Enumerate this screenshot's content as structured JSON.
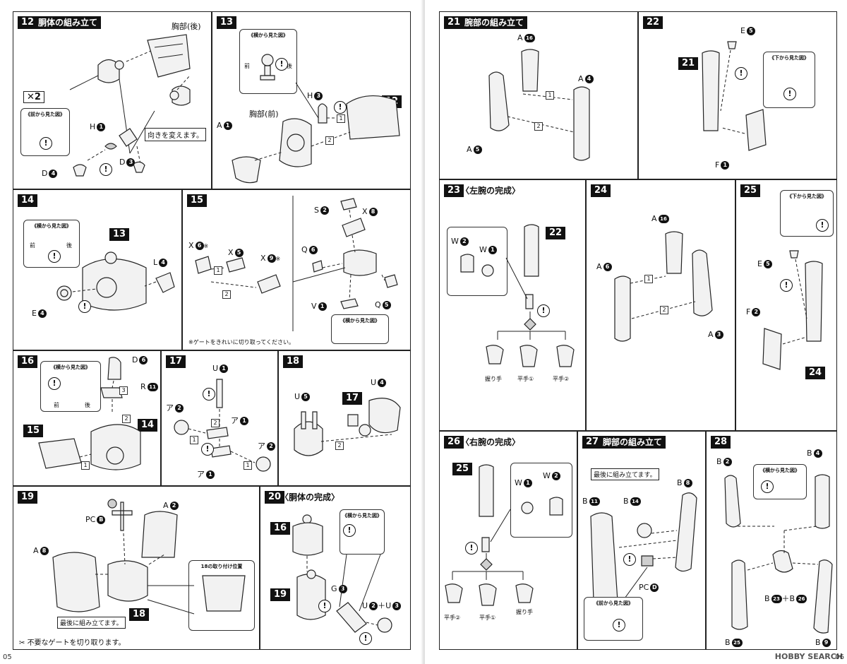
{
  "pages": {
    "left_num": "05",
    "right_num": "06"
  },
  "watermark": "HOBBY SEARCH",
  "s12": {
    "num": "12",
    "title": "胴体の組み立て",
    "chest_back": "胸部(後)",
    "x2": "✕2",
    "front_view": "《前から見た図》",
    "h": "H",
    "h_n": "1",
    "d4": "D",
    "d4_n": "4",
    "d3": "D",
    "d3_n": "3",
    "turn": "向きを変えます。"
  },
  "s13": {
    "num": "13",
    "side_view": "《横から見た図》",
    "front": "前",
    "back": "後",
    "h": "H",
    "h_n": "3",
    "chest_front": "胸部(前)",
    "a": "A",
    "a_n": "1",
    "ref": "12"
  },
  "s14": {
    "num": "14",
    "side_view": "《横から見た図》",
    "front": "前",
    "back": "後",
    "ref": "13",
    "l": "L",
    "l_n": "4",
    "e": "E",
    "e_n": "4"
  },
  "s15": {
    "num": "15",
    "x6": "X",
    "x6_n": "6",
    "x5": "X",
    "x5_n": "5",
    "x9": "X",
    "x9_n": "9",
    "mark": "※",
    "s": "S",
    "s_n": "2",
    "x8": "X",
    "x8_n": "8",
    "q6": "Q",
    "q6_n": "6",
    "q5": "Q",
    "q5_n": "5",
    "v": "V",
    "v_n": "1",
    "side_view": "《横から見た図》",
    "gate_note": "※ゲートをきれいに切り取ってください。"
  },
  "s16": {
    "num": "16",
    "side_view": "《横から見た図》",
    "front": "前",
    "back": "後",
    "d": "D",
    "d_n": "6",
    "r": "R",
    "r_n": "11",
    "ref15": "15",
    "ref14": "14"
  },
  "s17": {
    "num": "17",
    "u": "U",
    "u_n": "1",
    "a1": "ア",
    "a1_n": "2",
    "a2": "ア",
    "a2_n": "1",
    "a3": "ア",
    "a3_n": "2",
    "a4": "ア",
    "a4_n": "1"
  },
  "s18": {
    "num": "18",
    "u5": "U",
    "u5_n": "5",
    "ref17": "17",
    "u4": "U",
    "u4_n": "4"
  },
  "s19": {
    "num": "19",
    "pc": "PC",
    "pc_n": "B",
    "a2": "A",
    "a2_n": "2",
    "a8": "A",
    "a8_n": "8",
    "attach_pos": "の取り付け位置",
    "attach_ref": "18",
    "last": "最後に組み立てます。",
    "ref18": "18",
    "cut_gate": "不要なゲートを切り取ります。"
  },
  "s20": {
    "num": "20",
    "title": "〈胴体の完成〉",
    "ref16": "16",
    "ref19": "19",
    "side_view": "《横から見た図》",
    "g": "G",
    "g_n": "3",
    "u2": "U",
    "u2_n": "2",
    "plus": "＋",
    "u3": "U",
    "u3_n": "3"
  },
  "s21": {
    "num": "21",
    "title": "腕部の組み立て",
    "a16": "A",
    "a16_n": "16",
    "a4": "A",
    "a4_n": "4",
    "a5": "A",
    "a5_n": "5"
  },
  "s22": {
    "num": "22",
    "e": "E",
    "e_n": "5",
    "bottom_view": "《下から見た図》",
    "ref21": "21",
    "f": "F",
    "f_n": "1"
  },
  "s23": {
    "num": "23",
    "title": "〈左腕の完成〉",
    "w2": "W",
    "w2_n": "2",
    "w1": "W",
    "w1_n": "1",
    "ref22": "22",
    "grip": "握り手",
    "flat1": "平手①",
    "flat2": "平手②"
  },
  "s24": {
    "num": "24",
    "a16": "A",
    "a16_n": "16",
    "a6": "A",
    "a6_n": "6",
    "a3": "A",
    "a3_n": "3"
  },
  "s25": {
    "num": "25",
    "bottom_view": "《下から見た図》",
    "e": "E",
    "e_n": "5",
    "f": "F",
    "f_n": "2",
    "ref24": "24"
  },
  "s26": {
    "num": "26",
    "title": "〈右腕の完成〉",
    "ref25": "25",
    "w1": "W",
    "w1_n": "1",
    "w2": "W",
    "w2_n": "2",
    "flat2": "平手②",
    "flat1": "平手①",
    "grip": "握り手"
  },
  "s27": {
    "num": "27",
    "title": "脚部の組み立て",
    "last": "最後に組み立てます。",
    "b8": "B",
    "b8_n": "8",
    "b11": "B",
    "b11_n": "11",
    "b14": "B",
    "b14_n": "14",
    "pc": "PC",
    "pc_n": "D",
    "front_view": "《前から見た図》"
  },
  "s28": {
    "num": "28",
    "b2": "B",
    "b2_n": "2",
    "b4": "B",
    "b4_n": "4",
    "side_view": "《横から見た図》",
    "b23": "B",
    "b23_n": "23",
    "plus": "＋",
    "b26": "B",
    "b26_n": "26",
    "b25": "B",
    "b25_n": "25",
    "b9": "B",
    "b9_n": "9"
  },
  "steps": {
    "one": "1",
    "two": "2",
    "three": "3"
  },
  "warn_mark": "!"
}
